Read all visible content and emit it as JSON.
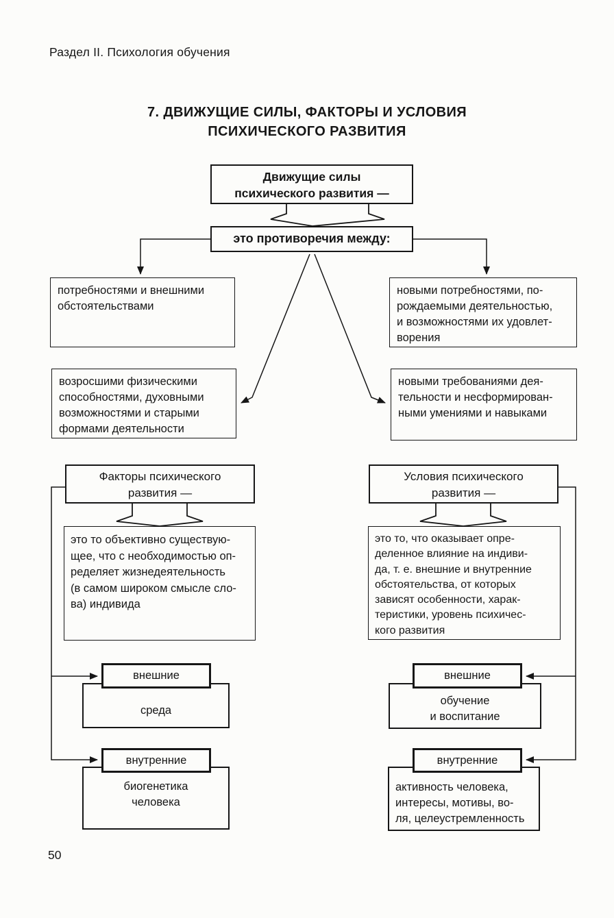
{
  "page": {
    "section_header": "Раздел II. Психология обучения",
    "title_line1": "7. ДВИЖУЩИЕ СИЛЫ, ФАКТОРЫ И УСЛОВИЯ",
    "title_line2": "ПСИХИЧЕСКОГО РАЗВИТИЯ",
    "page_number": "50"
  },
  "colors": {
    "ink": "#161616",
    "paper": "#fcfcfa"
  },
  "diagram": {
    "driving_forces_box": "Движущие силы\nпсихического развития —",
    "contradictions_box": "это противоречия между:",
    "contradiction_needs_external": "потребностями и внешними\nобстоятельствами",
    "contradiction_new_needs": "новыми потребностями, по-\nрождаемыми деятельностью,\nи возможностями их удовлет-\nворения",
    "contradiction_grown_abilities": "возросшими физическими\nспособностями, духовными\nвозможностями и старыми\nформами деятельности",
    "contradiction_new_requirements": "новыми требованиями дея-\nтельности и несформирован-\nными умениями и навыками",
    "factors": {
      "header": "Факторы психического\nразвития —",
      "definition": "это то объективно существую-\nщее, что с необходимостью оп-\nределяет жизнедеятельность\n(в самом широком смысле сло-\nва) индивида",
      "external_label": "внешние",
      "external_content": "среда",
      "internal_label": "внутренние",
      "internal_content": "биогенетика\nчеловека"
    },
    "conditions": {
      "header": "Условия психического\nразвития —",
      "definition": "это то, что оказывает опре-\nделенное влияние на индиви-\nда, т. е. внешние и внутренние\nобстоятельства, от которых\nзависят особенности, харак-\nтеристики, уровень психичес-\nкого развития",
      "external_label": "внешние",
      "external_content": "обучение\nи воспитание",
      "internal_label": "внутренние",
      "internal_content": "активность человека,\nинтересы, мотивы, во-\nля, целеустремленность"
    }
  }
}
